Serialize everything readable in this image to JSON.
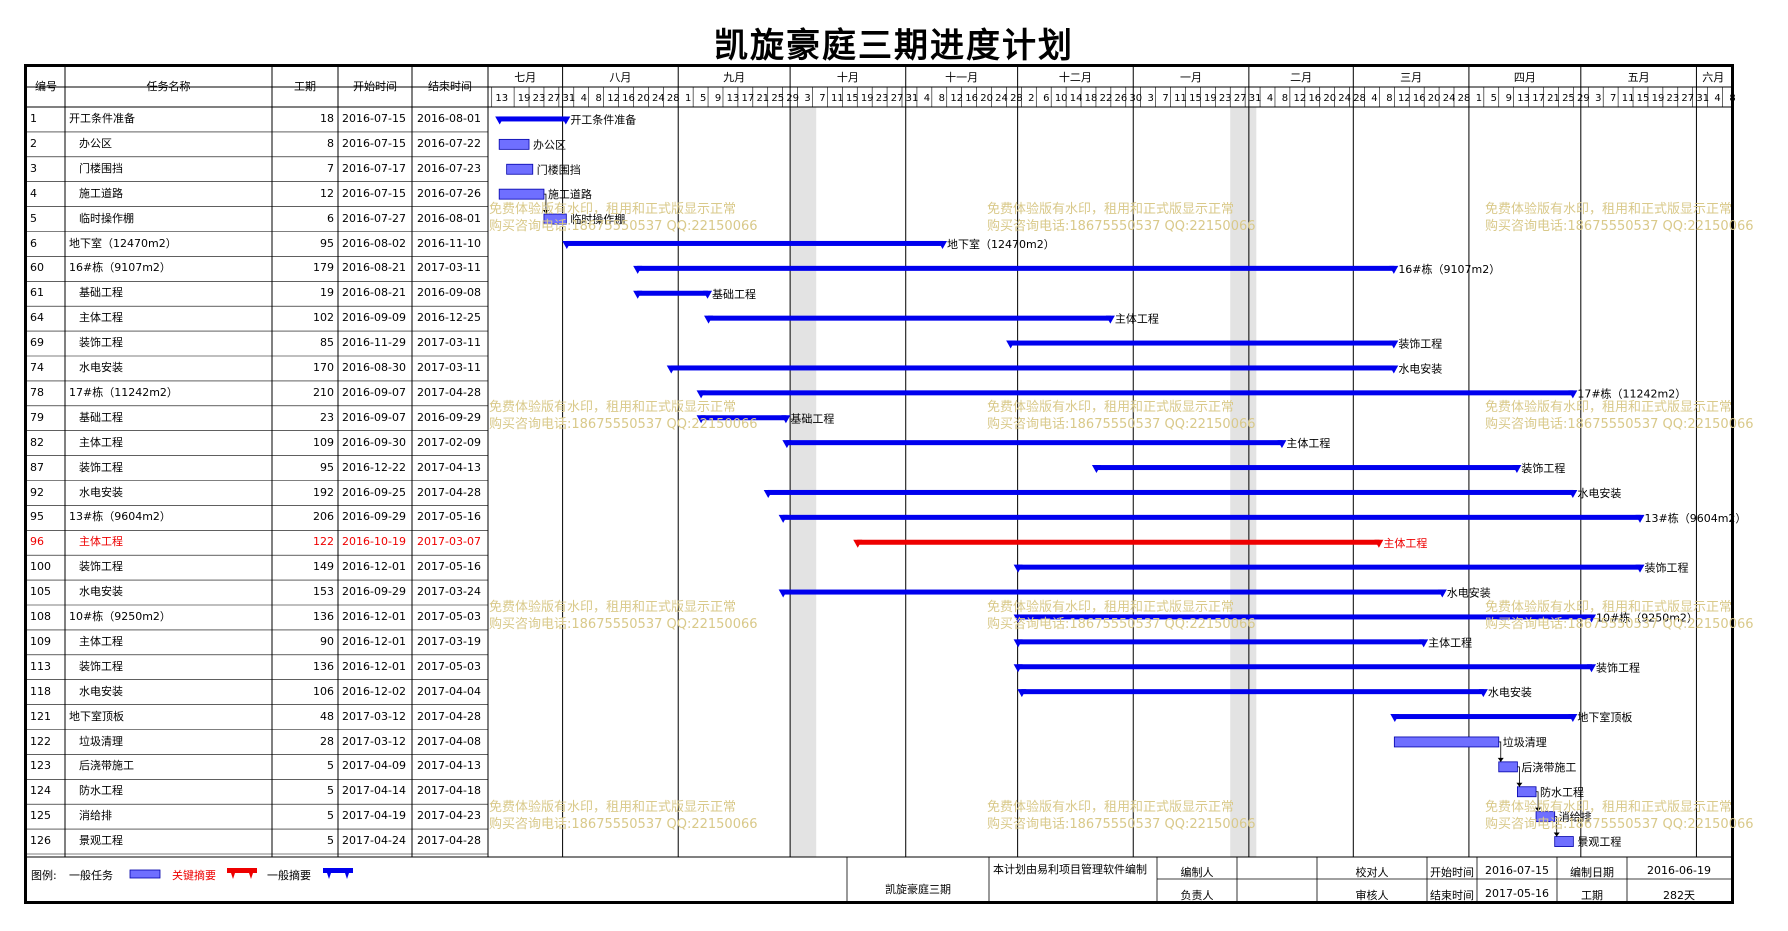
{
  "title": "凯旋豪庭三期进度计划",
  "headers": {
    "id": "编号",
    "name": "任务名称",
    "dur": "工期",
    "start": "开始时间",
    "end": "结束时间"
  },
  "months": [
    {
      "label": "七月",
      "ticks": [
        "13",
        "19",
        "23",
        "27",
        "31"
      ]
    },
    {
      "label": "八月",
      "ticks": [
        "4",
        "8",
        "12",
        "16",
        "20",
        "24",
        "28"
      ]
    },
    {
      "label": "九月",
      "ticks": [
        "1",
        "5",
        "9",
        "13",
        "17",
        "21",
        "25",
        "29"
      ]
    },
    {
      "label": "十月",
      "ticks": [
        "3",
        "7",
        "11",
        "15",
        "19",
        "23",
        "27",
        "31"
      ]
    },
    {
      "label": "十一月",
      "ticks": [
        "4",
        "8",
        "12",
        "16",
        "20",
        "24",
        "28"
      ]
    },
    {
      "label": "十二月",
      "ticks": [
        "2",
        "6",
        "10",
        "14",
        "18",
        "22",
        "26",
        "30"
      ]
    },
    {
      "label": "一月",
      "ticks": [
        "3",
        "7",
        "11",
        "15",
        "19",
        "23",
        "27",
        "31"
      ]
    },
    {
      "label": "二月",
      "ticks": [
        "4",
        "8",
        "12",
        "16",
        "20",
        "24",
        "28"
      ]
    },
    {
      "label": "三月",
      "ticks": [
        "4",
        "8",
        "12",
        "16",
        "20",
        "24",
        "28"
      ]
    },
    {
      "label": "四月",
      "ticks": [
        "1",
        "5",
        "9",
        "13",
        "17",
        "21",
        "25",
        "29"
      ]
    },
    {
      "label": "五月",
      "ticks": [
        "3",
        "7",
        "11",
        "15",
        "19",
        "23",
        "27",
        "31"
      ]
    },
    {
      "label": "六月",
      "ticks": [
        "4",
        "8"
      ]
    }
  ],
  "chart_data": {
    "type": "gantt",
    "title": "凯旋豪庭三期进度计划",
    "xlim": [
      "2016-07-12",
      "2017-06-10"
    ],
    "tasks": [
      {
        "id": "1",
        "name": "开工条件准备",
        "level": 0,
        "dur": "18",
        "start": "2016-07-15",
        "end": "2016-08-01",
        "kind": "summary",
        "label": "开工条件准备"
      },
      {
        "id": "2",
        "name": "办公区",
        "level": 1,
        "dur": "8",
        "start": "2016-07-15",
        "end": "2016-07-22",
        "kind": "task",
        "label": "办公区"
      },
      {
        "id": "3",
        "name": "门楼围挡",
        "level": 1,
        "dur": "7",
        "start": "2016-07-17",
        "end": "2016-07-23",
        "kind": "task",
        "label": "门楼围挡"
      },
      {
        "id": "4",
        "name": "施工道路",
        "level": 1,
        "dur": "12",
        "start": "2016-07-15",
        "end": "2016-07-26",
        "kind": "task",
        "label": "施工道路"
      },
      {
        "id": "5",
        "name": "临时操作棚",
        "level": 1,
        "dur": "6",
        "start": "2016-07-27",
        "end": "2016-08-01",
        "kind": "task",
        "label": "临时操作棚"
      },
      {
        "id": "6",
        "name": "地下室（12470m2）",
        "level": 0,
        "dur": "95",
        "start": "2016-08-02",
        "end": "2016-11-10",
        "kind": "summary",
        "label": "地下室（12470m2）"
      },
      {
        "id": "60",
        "name": "16#栋（9107m2）",
        "level": 0,
        "dur": "179",
        "start": "2016-08-21",
        "end": "2017-03-11",
        "kind": "summary",
        "label": "16#栋（9107m2）"
      },
      {
        "id": "61",
        "name": "基础工程",
        "level": 1,
        "dur": "19",
        "start": "2016-08-21",
        "end": "2016-09-08",
        "kind": "summary",
        "label": "基础工程"
      },
      {
        "id": "64",
        "name": "主体工程",
        "level": 1,
        "dur": "102",
        "start": "2016-09-09",
        "end": "2016-12-25",
        "kind": "summary",
        "label": "主体工程"
      },
      {
        "id": "69",
        "name": "装饰工程",
        "level": 1,
        "dur": "85",
        "start": "2016-11-29",
        "end": "2017-03-11",
        "kind": "summary",
        "label": "装饰工程"
      },
      {
        "id": "74",
        "name": "水电安装",
        "level": 1,
        "dur": "170",
        "start": "2016-08-30",
        "end": "2017-03-11",
        "kind": "summary",
        "label": "水电安装"
      },
      {
        "id": "78",
        "name": "17#栋（11242m2）",
        "level": 0,
        "dur": "210",
        "start": "2016-09-07",
        "end": "2017-04-28",
        "kind": "summary",
        "label": "17#栋（11242m2）"
      },
      {
        "id": "79",
        "name": "基础工程",
        "level": 1,
        "dur": "23",
        "start": "2016-09-07",
        "end": "2016-09-29",
        "kind": "summary",
        "label": "基础工程"
      },
      {
        "id": "82",
        "name": "主体工程",
        "level": 1,
        "dur": "109",
        "start": "2016-09-30",
        "end": "2017-02-09",
        "kind": "summary",
        "label": "主体工程"
      },
      {
        "id": "87",
        "name": "装饰工程",
        "level": 1,
        "dur": "95",
        "start": "2016-12-22",
        "end": "2017-04-13",
        "kind": "summary",
        "label": "装饰工程"
      },
      {
        "id": "92",
        "name": "水电安装",
        "level": 1,
        "dur": "192",
        "start": "2016-09-25",
        "end": "2017-04-28",
        "kind": "summary",
        "label": "水电安装"
      },
      {
        "id": "95",
        "name": "13#栋（9604m2）",
        "level": 0,
        "dur": "206",
        "start": "2016-09-29",
        "end": "2017-05-16",
        "kind": "summary",
        "label": "13#栋（9604m2）"
      },
      {
        "id": "96",
        "name": "主体工程",
        "level": 1,
        "dur": "122",
        "start": "2016-10-19",
        "end": "2017-03-07",
        "kind": "critical",
        "label": "主体工程"
      },
      {
        "id": "100",
        "name": "装饰工程",
        "level": 1,
        "dur": "149",
        "start": "2016-12-01",
        "end": "2017-05-16",
        "kind": "summary",
        "label": "装饰工程"
      },
      {
        "id": "105",
        "name": "水电安装",
        "level": 1,
        "dur": "153",
        "start": "2016-09-29",
        "end": "2017-03-24",
        "kind": "summary",
        "label": "水电安装"
      },
      {
        "id": "108",
        "name": "10#栋（9250m2）",
        "level": 0,
        "dur": "136",
        "start": "2016-12-01",
        "end": "2017-05-03",
        "kind": "summary",
        "label": "10#栋（9250m2）"
      },
      {
        "id": "109",
        "name": "主体工程",
        "level": 1,
        "dur": "90",
        "start": "2016-12-01",
        "end": "2017-03-19",
        "kind": "summary",
        "label": "主体工程"
      },
      {
        "id": "113",
        "name": "装饰工程",
        "level": 1,
        "dur": "136",
        "start": "2016-12-01",
        "end": "2017-05-03",
        "kind": "summary",
        "label": "装饰工程"
      },
      {
        "id": "118",
        "name": "水电安装",
        "level": 1,
        "dur": "106",
        "start": "2016-12-02",
        "end": "2017-04-04",
        "kind": "summary",
        "label": "水电安装"
      },
      {
        "id": "121",
        "name": "地下室顶板",
        "level": 0,
        "dur": "48",
        "start": "2017-03-12",
        "end": "2017-04-28",
        "kind": "summary",
        "label": "地下室顶板"
      },
      {
        "id": "122",
        "name": "垃圾清理",
        "level": 1,
        "dur": "28",
        "start": "2017-03-12",
        "end": "2017-04-08",
        "kind": "task",
        "label": "垃圾清理"
      },
      {
        "id": "123",
        "name": "后浇带施工",
        "level": 1,
        "dur": "5",
        "start": "2017-04-09",
        "end": "2017-04-13",
        "kind": "task",
        "label": "后浇带施工"
      },
      {
        "id": "124",
        "name": "防水工程",
        "level": 1,
        "dur": "5",
        "start": "2017-04-14",
        "end": "2017-04-18",
        "kind": "task",
        "label": "防水工程"
      },
      {
        "id": "125",
        "name": "消给排",
        "level": 1,
        "dur": "5",
        "start": "2017-04-19",
        "end": "2017-04-23",
        "kind": "task",
        "label": "消给排"
      },
      {
        "id": "126",
        "name": "景观工程",
        "level": 1,
        "dur": "5",
        "start": "2017-04-24",
        "end": "2017-04-28",
        "kind": "task",
        "label": "景观工程"
      }
    ],
    "colors": {
      "summary": "#0000ee",
      "task": "#6f6fff",
      "critical": "#ee0000"
    }
  },
  "watermark": {
    "line1": "免费体验版有水印，租用和正式版显示正常",
    "line2": "购买咨询电话:18675550537 QQ:22150066"
  },
  "legend": {
    "label": "图例:",
    "task": "一般任务",
    "critical": "关键摘要",
    "summary": "一般摘要"
  },
  "footer": {
    "project": "凯旋豪庭三期",
    "note": "本计划由易利项目管理软件编制",
    "editor": "编制人",
    "reviewer": "校对人",
    "owner": "负责人",
    "auditor": "审核人",
    "start_label": "开始时间",
    "start_value": "2016-07-15",
    "end_label": "结束时间",
    "end_value": "2017-05-16",
    "date_label": "编制日期",
    "date_value": "2016-06-19",
    "dur_label": "工期",
    "dur_value": "282天"
  }
}
